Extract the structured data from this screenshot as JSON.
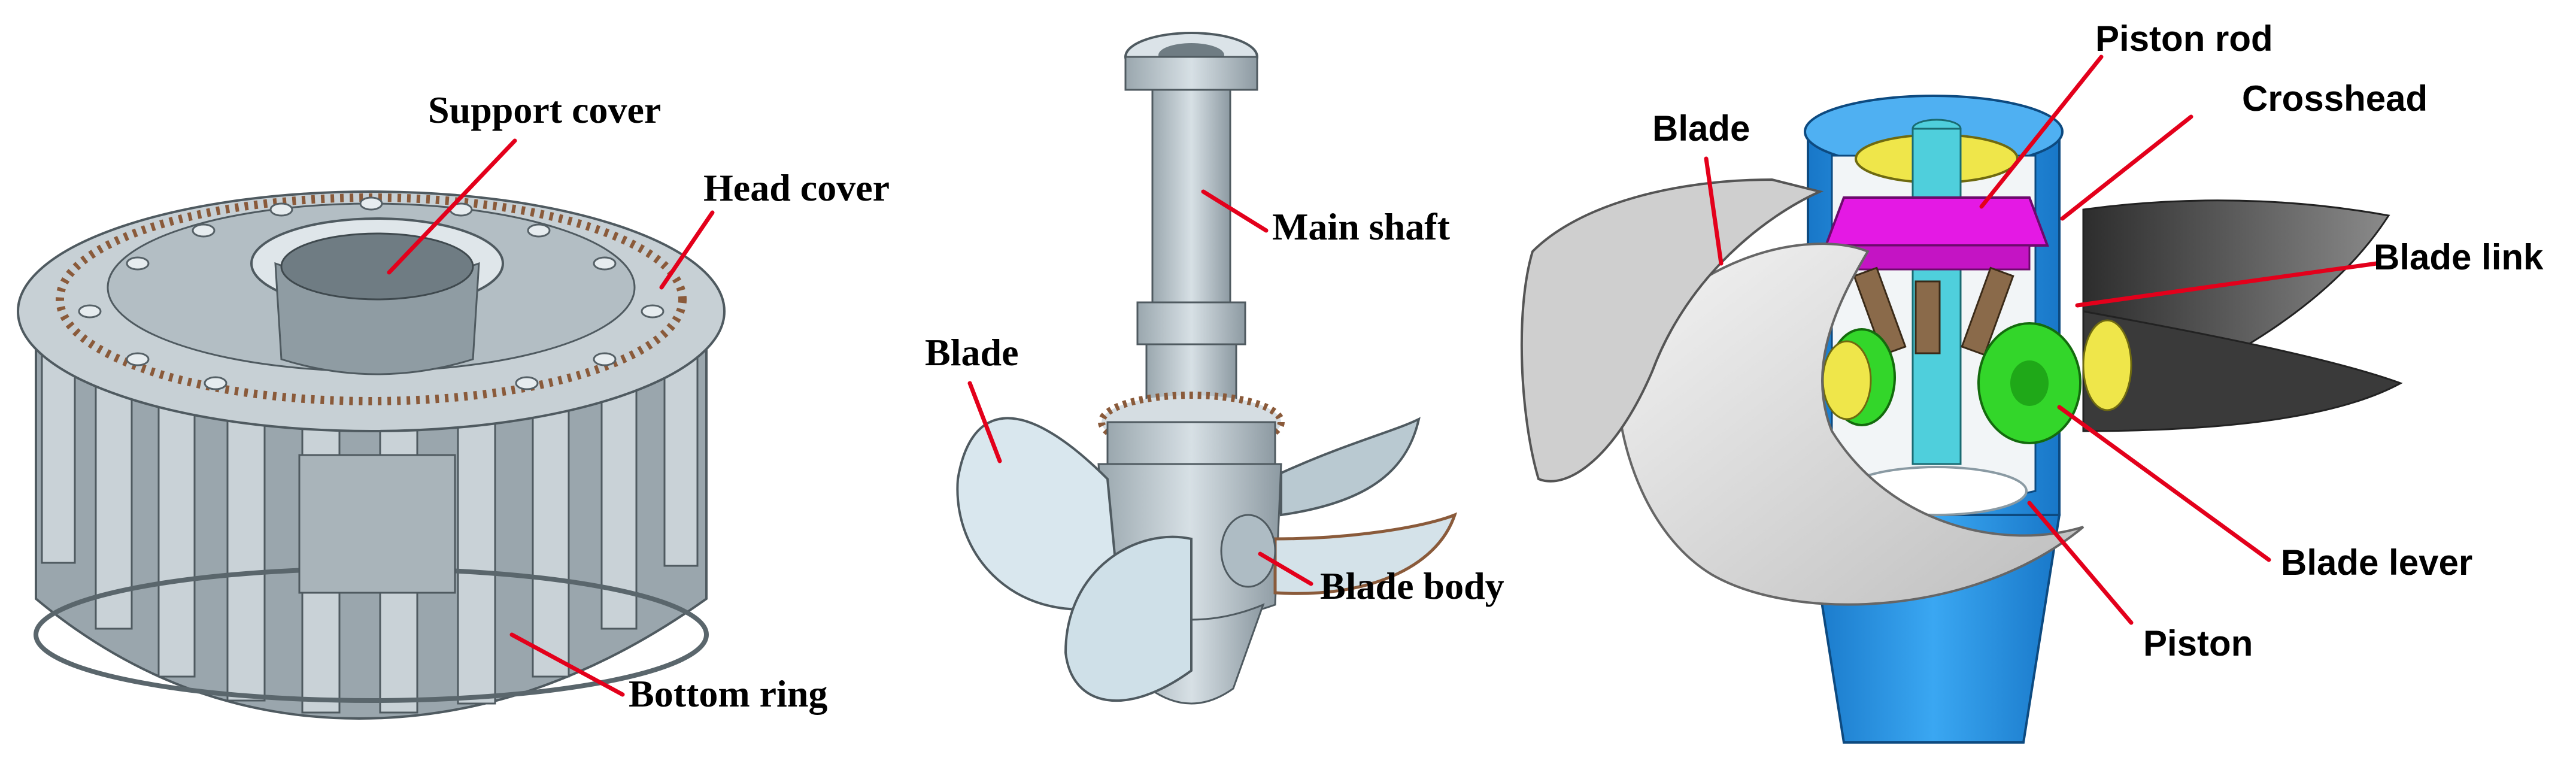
{
  "panels": {
    "left": {
      "support_cover": "Support cover",
      "head_cover": "Head cover",
      "bottom_ring": "Bottom ring"
    },
    "middle": {
      "main_shaft": "Main shaft",
      "blade": "Blade",
      "blade_body": "Blade body"
    },
    "right": {
      "piston_rod": "Piston rod",
      "crosshead": "Crosshead",
      "blade": "Blade",
      "blade_link": "Blade link",
      "blade_lever": "Blade lever",
      "piston": "Piston"
    }
  },
  "colors": {
    "leader": "#e3001b",
    "steel": "#c6d0d6",
    "steel_dark": "#7e8b93",
    "blue": "#1f8fe6",
    "magenta": "#e419e4",
    "green": "#33d62a",
    "yellow": "#efe64a",
    "cyan": "#4fcfdc",
    "blade_grey": "#d4d4d4",
    "blade_dark": "#4a4a4a"
  }
}
